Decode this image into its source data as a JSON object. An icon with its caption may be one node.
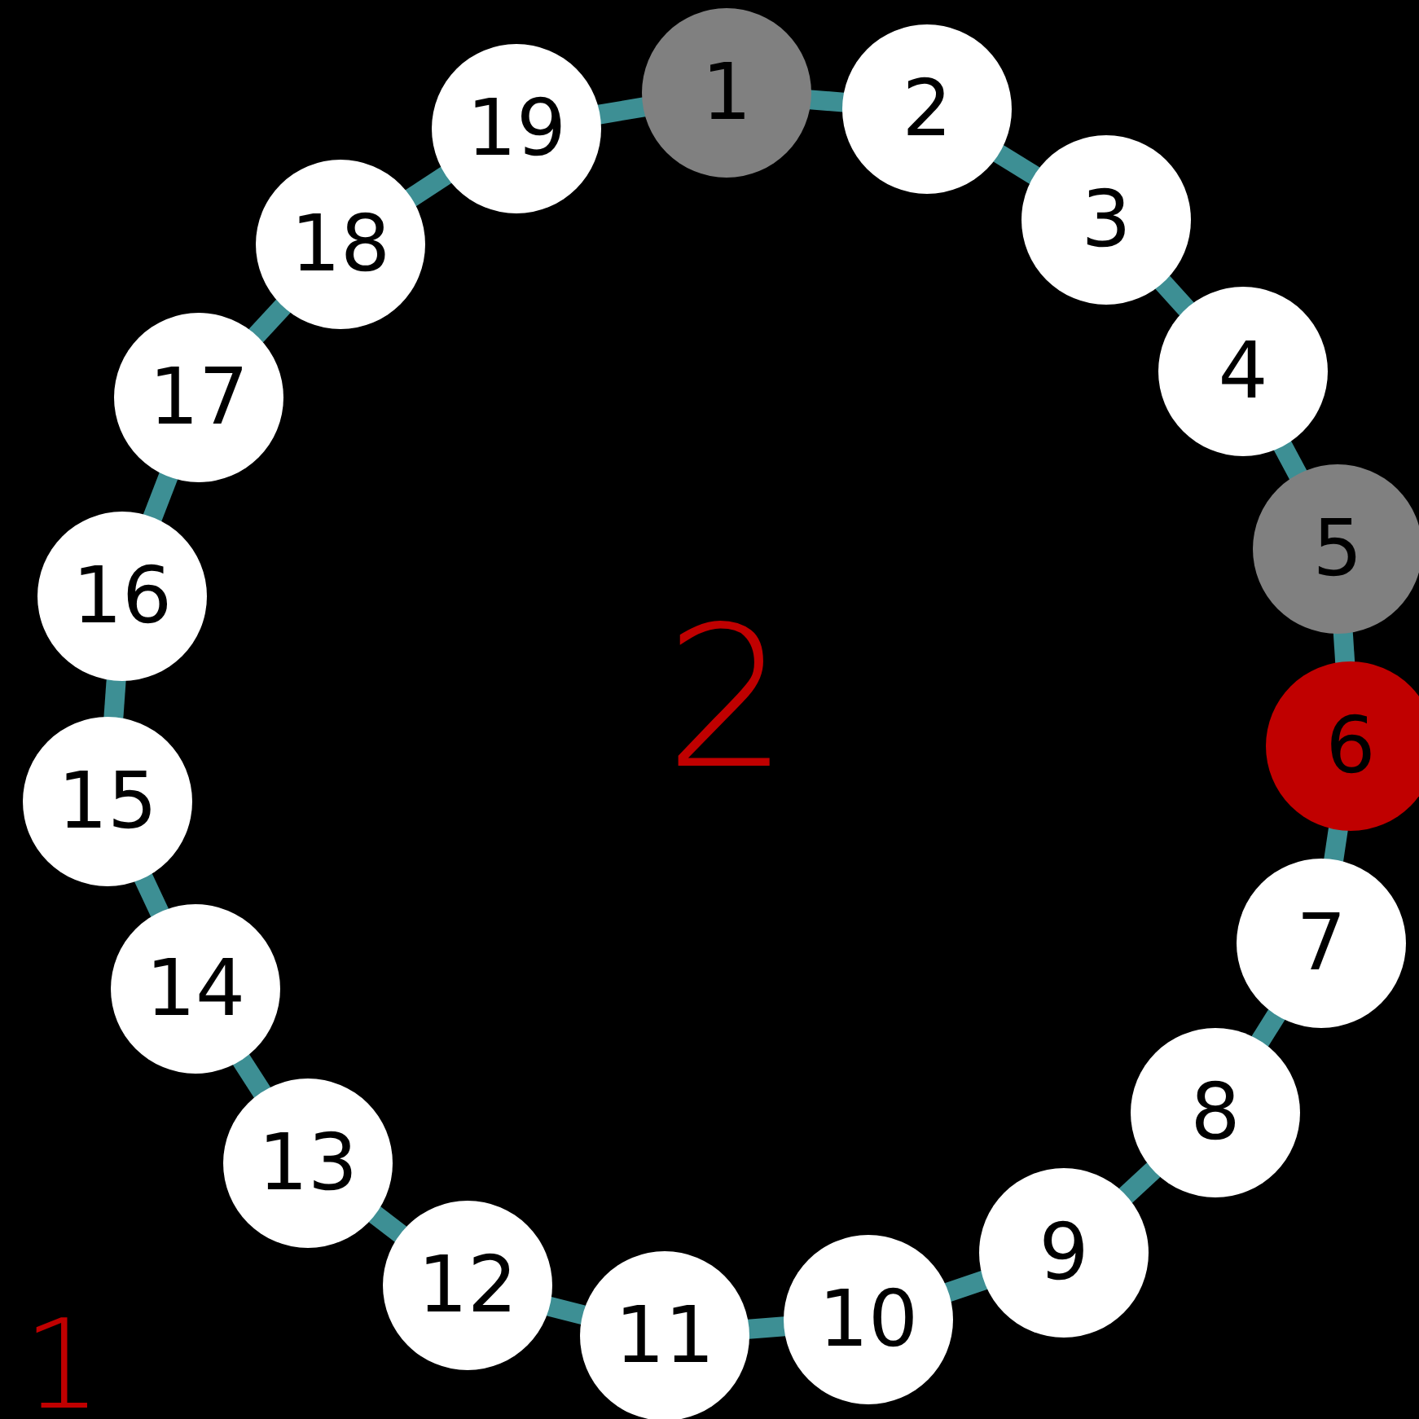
{
  "diagram": {
    "nodes": [
      {
        "text": [
          "1"
        ]
      },
      {
        "text": [
          "2"
        ]
      },
      {
        "text": [
          "3"
        ]
      },
      {
        "text": [
          "4"
        ]
      },
      {
        "text": [
          "5"
        ]
      },
      {
        "text": [
          "6"
        ]
      },
      {
        "text": [
          "7"
        ]
      },
      {
        "text": [
          "8"
        ]
      },
      {
        "text": [
          "9"
        ]
      },
      {
        "text": [
          "10"
        ]
      },
      {
        "text": [
          "11"
        ]
      },
      {
        "text": [
          "12"
        ]
      },
      {
        "text": [
          "13"
        ]
      },
      {
        "text": [
          "14"
        ]
      },
      {
        "text": [
          "15"
        ]
      },
      {
        "text": [
          "16"
        ]
      },
      {
        "text": [
          "17"
        ]
      },
      {
        "text": [
          "18"
        ]
      },
      {
        "text": [
          "19"
        ]
      }
    ],
    "edges": [
      {
        "from": 0,
        "to": 1,
        "arrow": "none"
      },
      {
        "from": 1,
        "to": 2,
        "arrow": "none"
      },
      {
        "from": 2,
        "to": 3,
        "arrow": "none"
      },
      {
        "from": 3,
        "to": 4,
        "arrow": "none"
      },
      {
        "from": 4,
        "to": 5,
        "arrow": "none"
      },
      {
        "from": 5,
        "to": 6,
        "arrow": "none"
      },
      {
        "from": 6,
        "to": 7,
        "arrow": "none"
      },
      {
        "from": 7,
        "to": 8,
        "arrow": "none"
      },
      {
        "from": 8,
        "to": 9,
        "arrow": "none"
      },
      {
        "from": 9,
        "to": 10,
        "arrow": "none"
      },
      {
        "from": 10,
        "to": 11,
        "arrow": "none"
      },
      {
        "from": 11,
        "to": 12,
        "arrow": "none"
      },
      {
        "from": 12,
        "to": 13,
        "arrow": "none"
      },
      {
        "from": 13,
        "to": 14,
        "arrow": "none"
      },
      {
        "from": 14,
        "to": 15,
        "arrow": "none"
      },
      {
        "from": 15,
        "to": 16,
        "arrow": "none"
      },
      {
        "from": 16,
        "to": 17,
        "arrow": "none"
      },
      {
        "from": 17,
        "to": 18,
        "arrow": "none"
      },
      {
        "from": 18,
        "to": 0,
        "arrow": "none"
      }
    ],
    "labels": [
      "2",
      "1"
    ]
  }
}
